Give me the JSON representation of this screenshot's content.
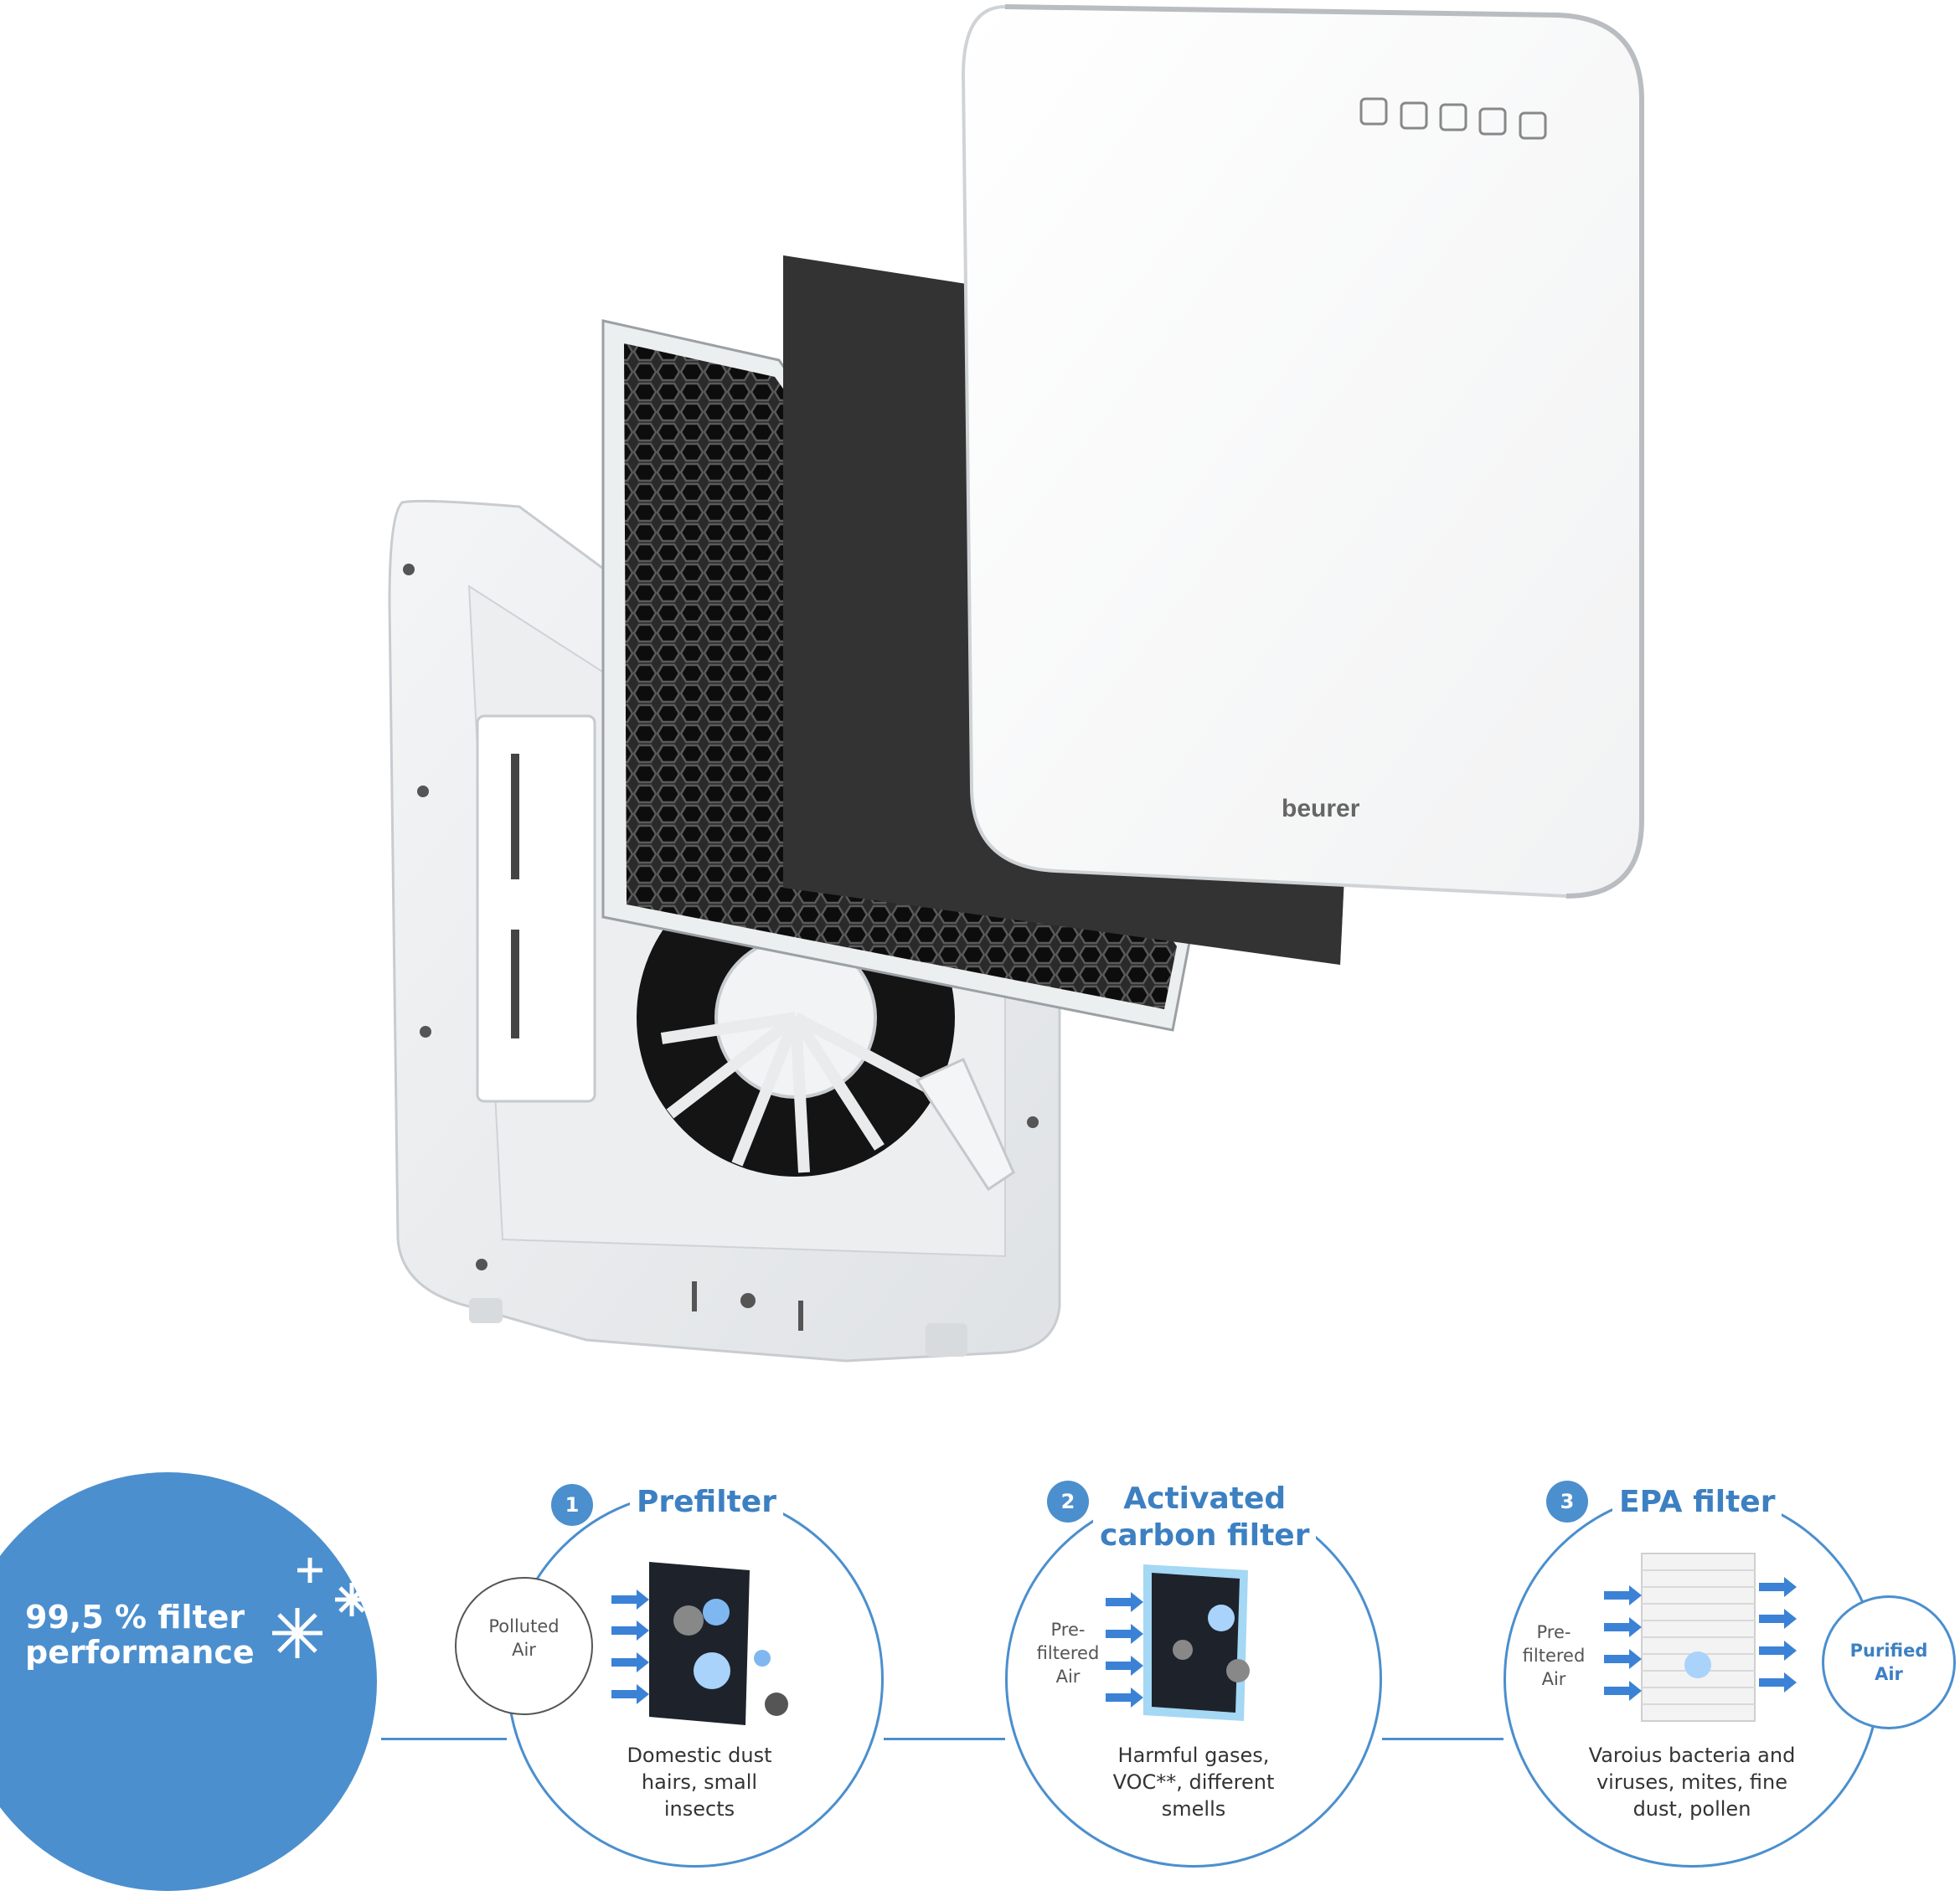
{
  "product": {
    "brand": "beurer"
  },
  "badge": {
    "line1": "99,5 % filter",
    "line2": "performance"
  },
  "steps": [
    {
      "number": "1",
      "title_line1": "Prefilter",
      "title_line2": "",
      "input_air": "Polluted\nAir",
      "description": "Domestic dust\nhairs, small\ninsects"
    },
    {
      "number": "2",
      "title_line1": "Activated",
      "title_line2": "carbon filter",
      "input_air": "Pre-\nfiltered\nAir",
      "description": "Harmful gases,\nVOC**, different\nsmells"
    },
    {
      "number": "3",
      "title_line1": "EPA filter",
      "title_line2": "",
      "input_air": "Pre-\nfiltered\nAir",
      "description": "Varoius bacteria and\nviruses, mites, fine\ndust, pollen"
    }
  ],
  "output_air": "Purified\nAir",
  "colors": {
    "accent": "#4b8fce",
    "title": "#3d80c2"
  }
}
